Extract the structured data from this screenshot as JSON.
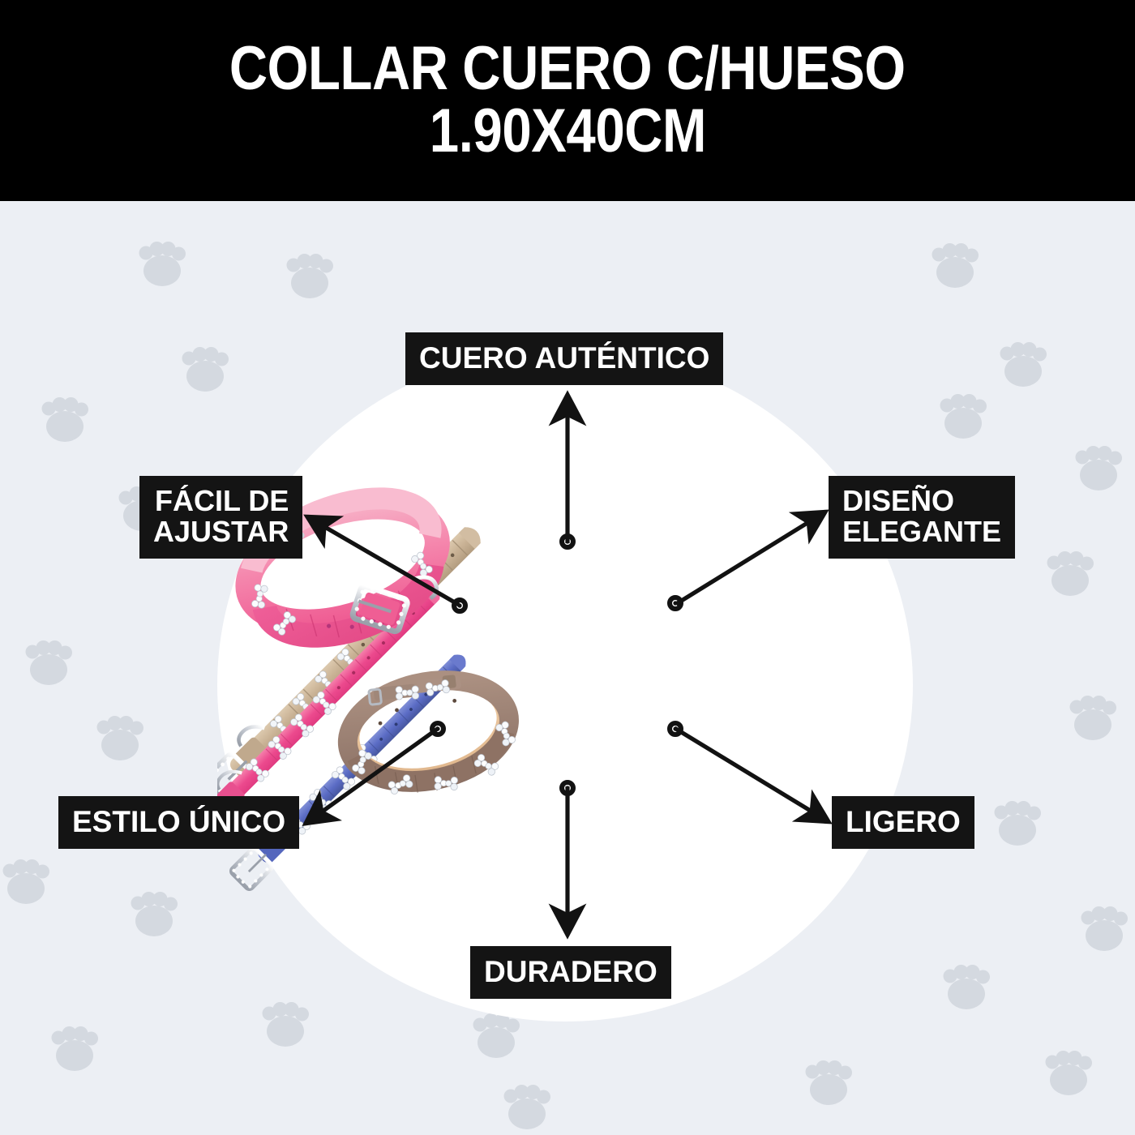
{
  "header": {
    "title_line1": "COLLAR CUERO C/HUESO",
    "title_line2": "1.90X40CM",
    "background_color": "#000000",
    "text_color": "#ffffff"
  },
  "canvas": {
    "background_color": "#eceff4",
    "pattern_icon": "paw-print-icon",
    "pattern_color": "#d4d9e0",
    "spotlight_color": "#ffffff"
  },
  "features": [
    {
      "id": "cuero-autentico",
      "label": "CUERO AUTÉNTICO",
      "lines": [
        "CUERO AUTÉNTICO"
      ],
      "position": "top-center",
      "arrow": "up"
    },
    {
      "id": "facil-de-ajustar",
      "label": "FÁCIL DE AJUSTAR",
      "lines": [
        "FÁCIL DE",
        "AJUSTAR"
      ],
      "position": "left-upper",
      "arrow": "up-left"
    },
    {
      "id": "diseno-elegante",
      "label": "DISEÑO ELEGANTE",
      "lines": [
        "DISEÑO",
        "ELEGANTE"
      ],
      "position": "right-upper",
      "arrow": "up-right"
    },
    {
      "id": "estilo-unico",
      "label": "ESTILO ÚNICO",
      "lines": [
        "ESTILO ÚNICO"
      ],
      "position": "left-lower",
      "arrow": "down-left"
    },
    {
      "id": "ligero",
      "label": "LIGERO",
      "lines": [
        "LIGERO"
      ],
      "position": "right-lower",
      "arrow": "down-right"
    },
    {
      "id": "duradero",
      "label": "DURADERO",
      "lines": [
        "DURADERO"
      ],
      "position": "bottom-center",
      "arrow": "down"
    }
  ],
  "label_text": {
    "cuero": "CUERO AUTÉNTICO",
    "facil": "FÁCIL DE\nAJUSTAR",
    "diseno": "DISEÑO\nELEGANTE",
    "estilo": "ESTILO ÚNICO",
    "ligero": "LIGERO",
    "duradero": "DURADERO"
  },
  "product": {
    "name": "Collar de cuero con hueso",
    "items": [
      {
        "id": "coiled-pink-collar",
        "color_name": "rosa",
        "color": "#f2629b",
        "form": "coiled"
      },
      {
        "id": "coiled-brown-collar",
        "color_name": "marrón",
        "color": "#9c8173",
        "form": "coiled"
      },
      {
        "id": "straight-tan-collar",
        "color_name": "beige",
        "color": "#c9b295",
        "form": "straight"
      },
      {
        "id": "straight-pink-collar",
        "color_name": "fucsia",
        "color": "#ec4a8e",
        "form": "straight"
      },
      {
        "id": "straight-blue-collar",
        "color_name": "azul",
        "color": "#5a6bc4",
        "form": "straight"
      }
    ],
    "accents": {
      "rhinestone": "#f2f4f8",
      "buckle": "#b9bec6"
    }
  },
  "colors": {
    "label_background": "#141414",
    "label_text": "#ffffff",
    "connector": "#121212"
  }
}
